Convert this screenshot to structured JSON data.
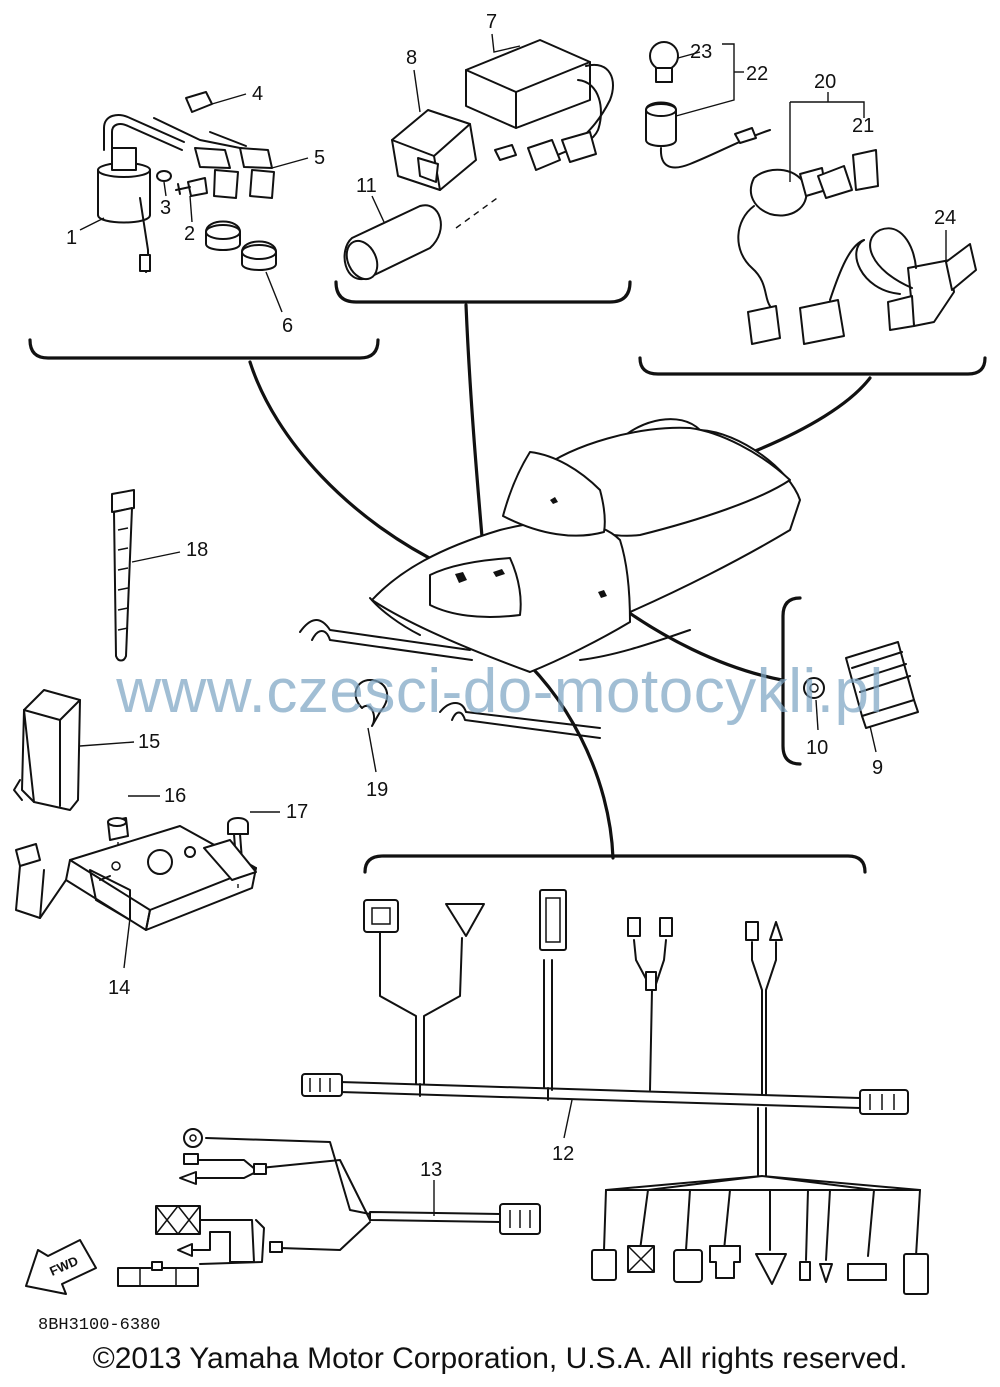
{
  "callouts": {
    "p1": "1",
    "p2": "2",
    "p3": "3",
    "p4": "4",
    "p5": "5",
    "p6": "6",
    "p7": "7",
    "p8": "8",
    "p9": "9",
    "p10": "10",
    "p11": "11",
    "p12": "12",
    "p13": "13",
    "p14": "14",
    "p15": "15",
    "p16": "16",
    "p17": "17",
    "p18": "18",
    "p19": "19",
    "p20": "20",
    "p21": "21",
    "p22": "22",
    "p23": "23",
    "p24": "24"
  },
  "fwd_label": "FWD",
  "watermark": "www.czesci-do-motocykli.pl",
  "part_code": "8BH3100-6380",
  "copyright": "©2013 Yamaha Motor Corporation, U.S.A. All rights reserved."
}
